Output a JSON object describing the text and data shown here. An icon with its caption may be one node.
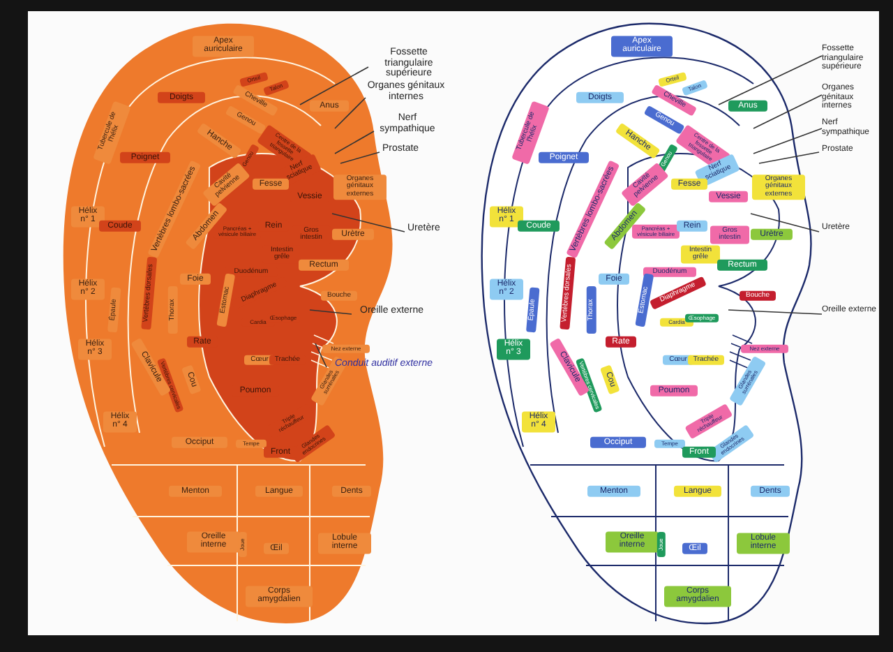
{
  "diagram": {
    "nodes": [
      {
        "text": [
          "Fossette triangulaire supérieure"
        ]
      },
      {
        "text": [
          "Organes génitaux internes"
        ]
      },
      {
        "text": [
          "Nerf sympathique"
        ]
      },
      {
        "text": [
          "Prostate"
        ]
      },
      {
        "text": [
          "Uretère"
        ]
      },
      {
        "text": [
          "Oreille externe"
        ]
      },
      {
        "text": [
          "Conduit auditif externe"
        ]
      },
      {
        "text": [
          "Fossette triangulaire supérieure"
        ]
      },
      {
        "text": [
          "Organes génitaux internes"
        ]
      },
      {
        "text": [
          "Nerf sympathique"
        ]
      },
      {
        "text": [
          "Prostate"
        ]
      },
      {
        "text": [
          "Uretère"
        ]
      },
      {
        "text": [
          "Oreille externe"
        ]
      }
    ],
    "edges": [
      {
        "from": 0,
        "to": null,
        "arrow": "none"
      },
      {
        "from": 1,
        "to": null,
        "arrow": "none"
      },
      {
        "from": 2,
        "to": null,
        "arrow": "none"
      },
      {
        "from": 3,
        "to": null,
        "arrow": "none"
      },
      {
        "from": 4,
        "to": null,
        "arrow": "none"
      },
      {
        "from": 5,
        "to": null,
        "arrow": "none"
      },
      {
        "from": 6,
        "to": null,
        "arrow": "none"
      },
      {
        "from": 7,
        "to": null,
        "arrow": "none"
      },
      {
        "from": 8,
        "to": null,
        "arrow": "none"
      },
      {
        "from": 9,
        "to": null,
        "arrow": "none"
      },
      {
        "from": 10,
        "to": null,
        "arrow": "none"
      },
      {
        "from": 11,
        "to": null,
        "arrow": "none"
      },
      {
        "from": 12,
        "to": null,
        "arrow": "none"
      }
    ],
    "labels": [
      "Apex auriculaire",
      "Orteil",
      "Talon",
      "Cheville",
      "Doigts",
      "Genou",
      "Anus",
      "Hanche",
      "Centre de la fossette triangulaire",
      "Tubercule de l'hélix",
      "Poignet",
      "Genou",
      "Nerf sciatique",
      "Cavité pelvienne",
      "Fesse",
      "Organes génitaux externes",
      "Vertèbres lombo-sacrées",
      "Hélix n° 1",
      "Coude",
      "Vessie",
      "Abdomen",
      "Pancréas + vésicule biliaire",
      "Rein",
      "Gros intestin",
      "Urètre",
      "Intestin grêle",
      "Rectum",
      "Foie",
      "Duodénum",
      "Hélix n° 2",
      "Épaule",
      "Vertèbres dorsales",
      "Thorax",
      "Estomac",
      "Diaphragme",
      "Bouche",
      "Cardia",
      "Œsophage",
      "Hélix n° 3",
      "Rate",
      "Cou",
      "Vertèbres cervicales",
      "Clavicule",
      "Cœur",
      "Trachée",
      "Nez externe",
      "Poumon",
      "Glandes surrénales",
      "Hélix n° 4",
      "Triple réchauffeur",
      "Glandes endocrines",
      "Occiput",
      "Tempe",
      "Front",
      "Menton",
      "Langue",
      "Dents",
      "Oreille interne",
      "Joue",
      "Œil",
      "Lobule interne",
      "Corps amygdalien",
      "Apex auriculaire",
      "Orteil",
      "Talon",
      "Cheville",
      "Doigts",
      "Genou",
      "Anus",
      "Hanche",
      "Centre de la fossette triangulaire",
      "Tubercule de l'hélix",
      "Poignet",
      "Genou",
      "Nerf sciatique",
      "Cavité pelvienne",
      "Fesse",
      "Organes génitaux externes",
      "Vertèbres lombo-sacrées",
      "Hélix n° 1",
      "Coude",
      "Vessie",
      "Abdomen",
      "Pancréas + vésicule biliaire",
      "Rein",
      "Gros intestin",
      "Urètre",
      "Intestin grêle",
      "Rectum",
      "Foie",
      "Duodénum",
      "Hélix n° 2",
      "Épaule",
      "Vertèbres dorsales",
      "Thorax",
      "Estomac",
      "Diaphragme",
      "Bouche",
      "Cardia",
      "Œsophage",
      "Hélix n° 3",
      "Rate",
      "Cou",
      "Vertèbres cervicales",
      "Clavicule",
      "Cœur",
      "Trachée",
      "Nez externe",
      "Poumon",
      "Glandes surrénales",
      "Hélix n° 4",
      "Triple réchauffeur",
      "Glandes endocrines",
      "Occiput",
      "Tempe",
      "Front",
      "Menton",
      "Langue",
      "Dents",
      "Oreille interne",
      "Joue",
      "Œil",
      "Lobule interne",
      "Corps amygdalien"
    ]
  }
}
